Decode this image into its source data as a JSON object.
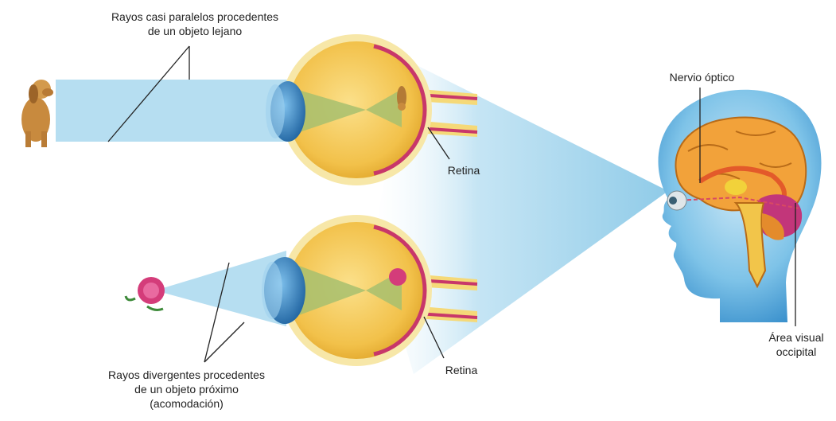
{
  "labels": {
    "top_rays_line1": "Rayos casi paralelos procedentes",
    "top_rays_line2": "de un objeto lejano",
    "retina_top": "Retina",
    "optic_nerve": "Nervio óptico",
    "visual_area_line1": "Área visual",
    "visual_area_line2": "occipital",
    "retina_bottom": "Retina",
    "bottom_rays_line1": "Rayos divergentes procedentes",
    "bottom_rays_line2": "de un objeto próximo",
    "bottom_rays_line3": "(acomodación)"
  },
  "colors": {
    "light_beam": "#a9d8ee",
    "eyeball": "#f2c54a",
    "sclera_rim": "#f6e3a1",
    "lens": "#2b7fc0",
    "retina_line": "#c8376a",
    "vitreous_cone": "#a7bf6e",
    "head": "#3e9bd6",
    "brain": "#f2a23a",
    "occipital_area": "#c2367a"
  }
}
